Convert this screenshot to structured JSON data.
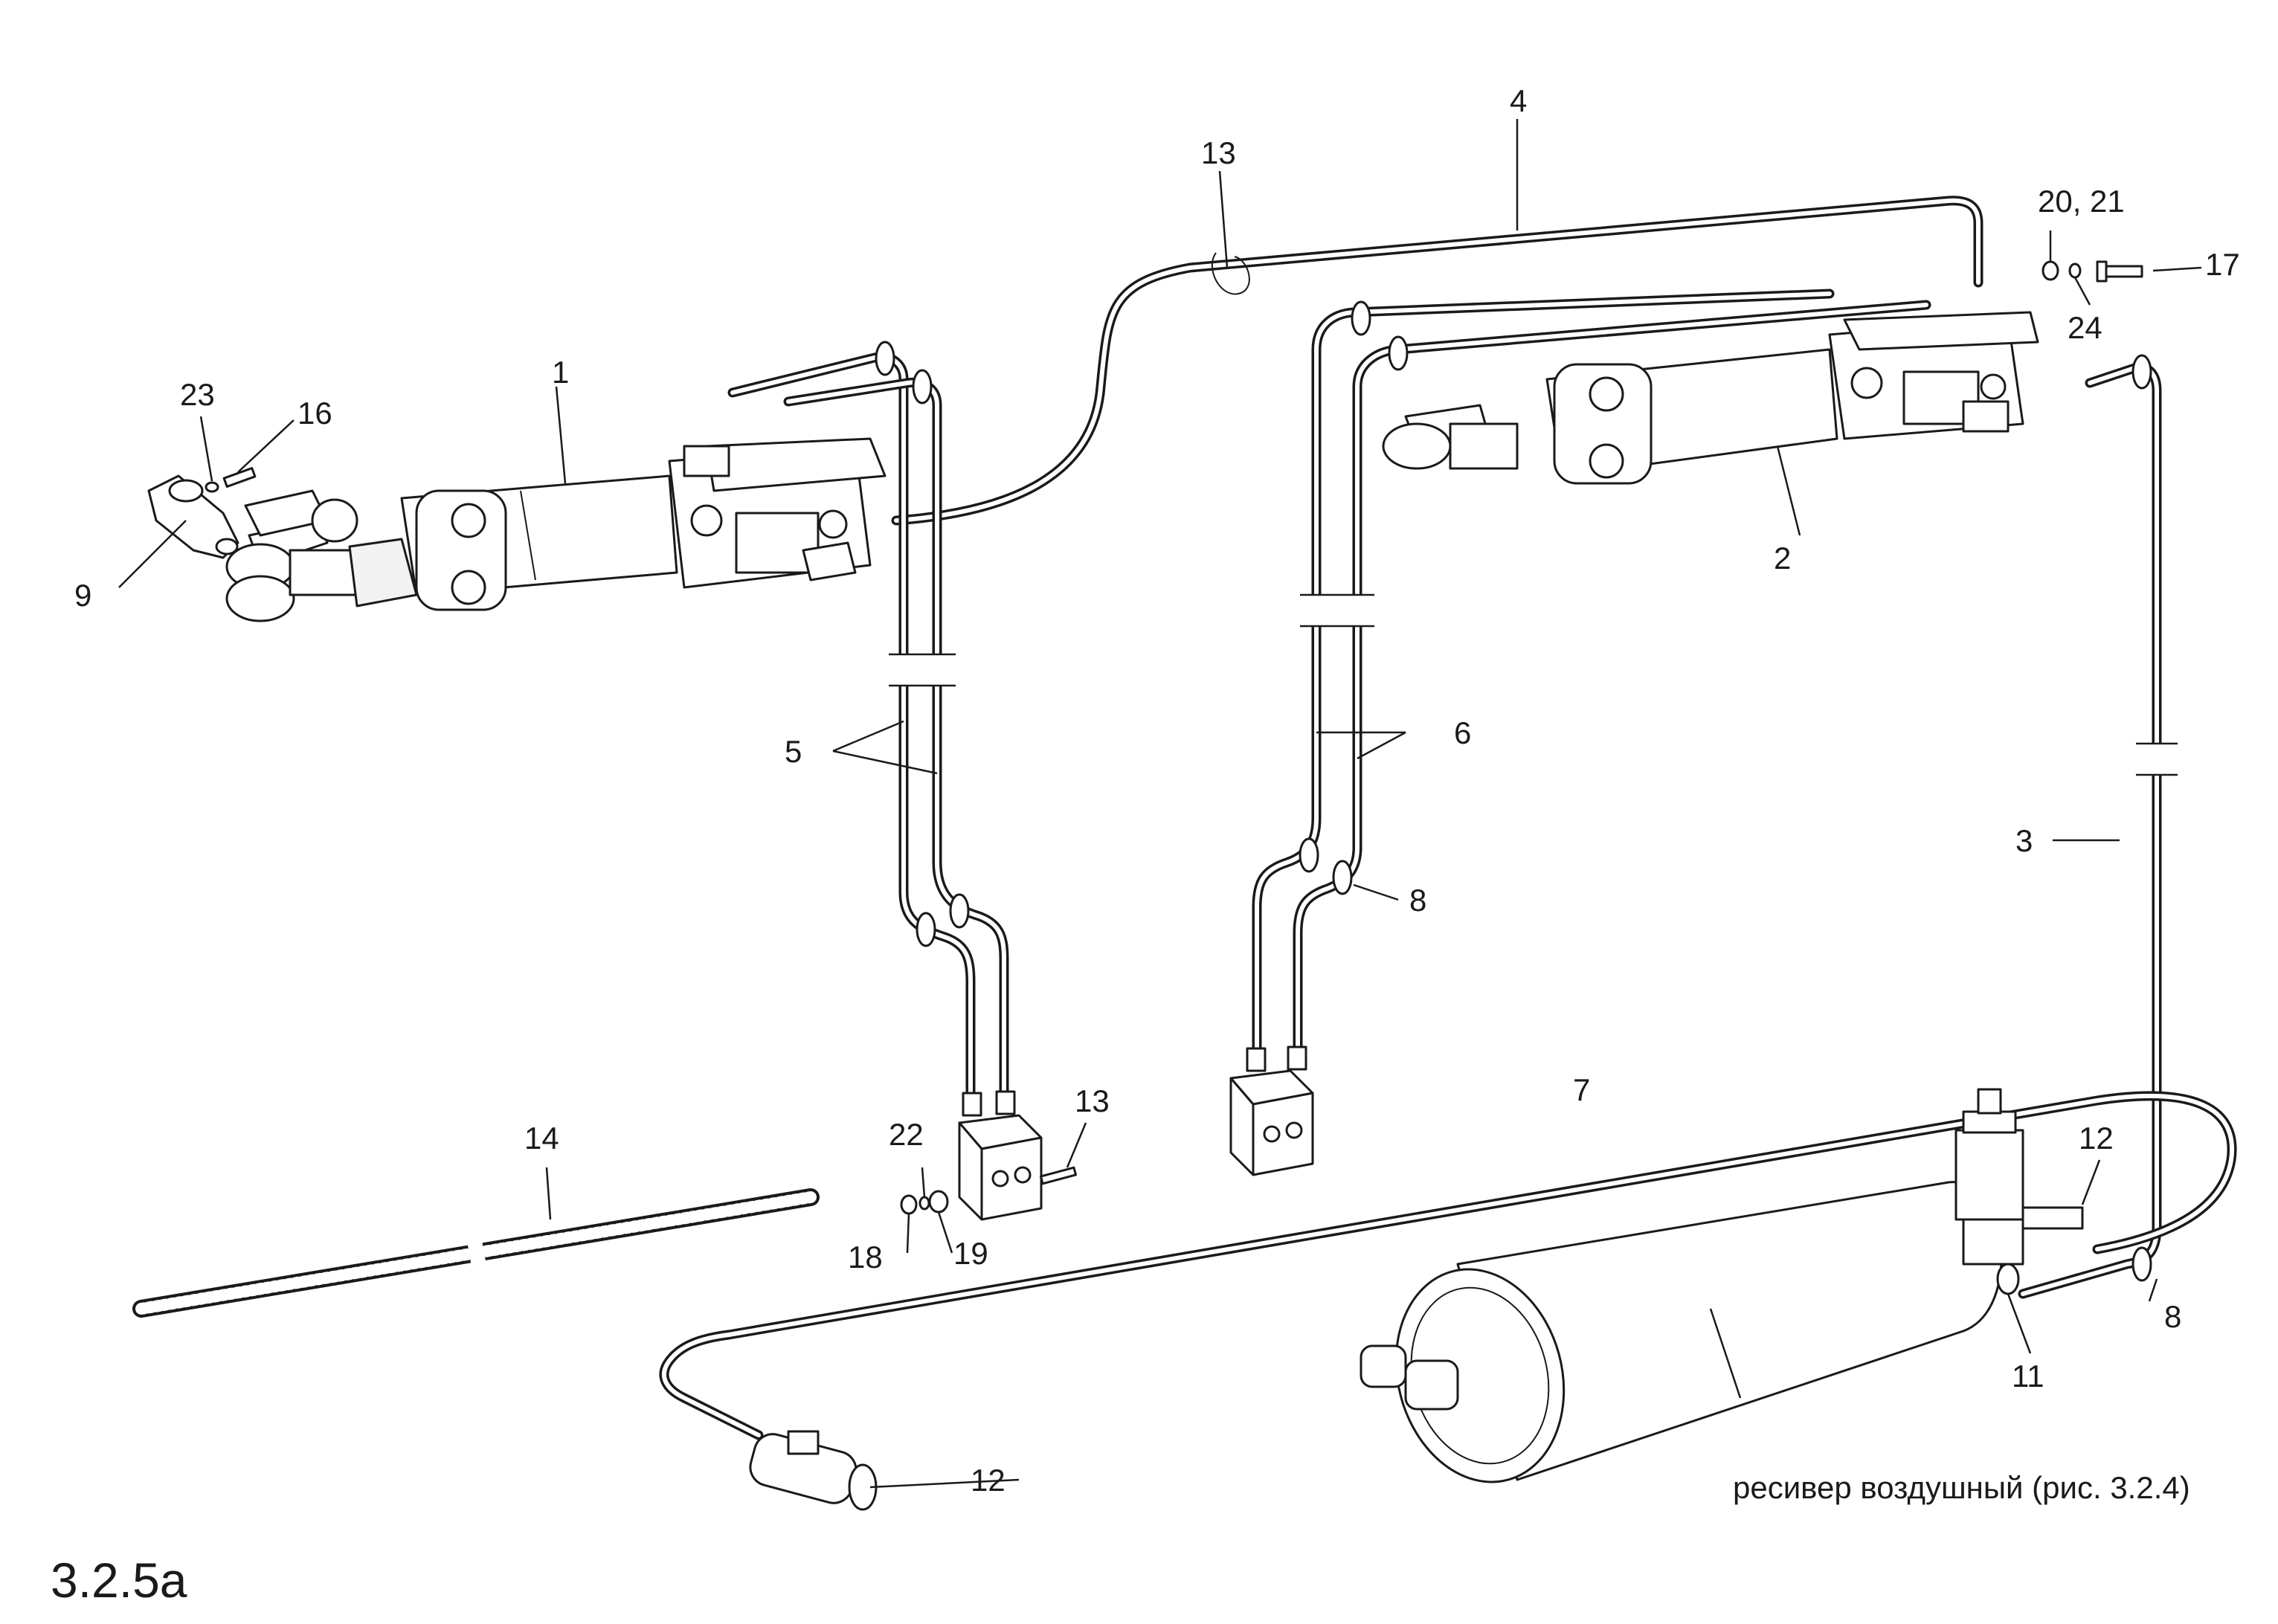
{
  "figure": {
    "label": "3.2.5а"
  },
  "callouts": [
    {
      "id": "1",
      "text": "1"
    },
    {
      "id": "2",
      "text": "2"
    },
    {
      "id": "3",
      "text": "3"
    },
    {
      "id": "4",
      "text": "4"
    },
    {
      "id": "5",
      "text": "5"
    },
    {
      "id": "6",
      "text": "6"
    },
    {
      "id": "7",
      "text": "7"
    },
    {
      "id": "8a",
      "text": "8"
    },
    {
      "id": "8b",
      "text": "8"
    },
    {
      "id": "9",
      "text": "9"
    },
    {
      "id": "11",
      "text": "11"
    },
    {
      "id": "12a",
      "text": "12"
    },
    {
      "id": "12b",
      "text": "12"
    },
    {
      "id": "13a",
      "text": "13"
    },
    {
      "id": "13b",
      "text": "13"
    },
    {
      "id": "14",
      "text": "14"
    },
    {
      "id": "16",
      "text": "16"
    },
    {
      "id": "17",
      "text": "17"
    },
    {
      "id": "18",
      "text": "18"
    },
    {
      "id": "19",
      "text": "19"
    },
    {
      "id": "20-21",
      "text": "20, 21"
    },
    {
      "id": "22",
      "text": "22"
    },
    {
      "id": "23",
      "text": "23"
    },
    {
      "id": "24",
      "text": "24"
    }
  ],
  "receiver_note": "ресивер воздушный (рис. 3.2.4)",
  "colors": {
    "line": "#1a1a1a",
    "background": "#ffffff"
  }
}
